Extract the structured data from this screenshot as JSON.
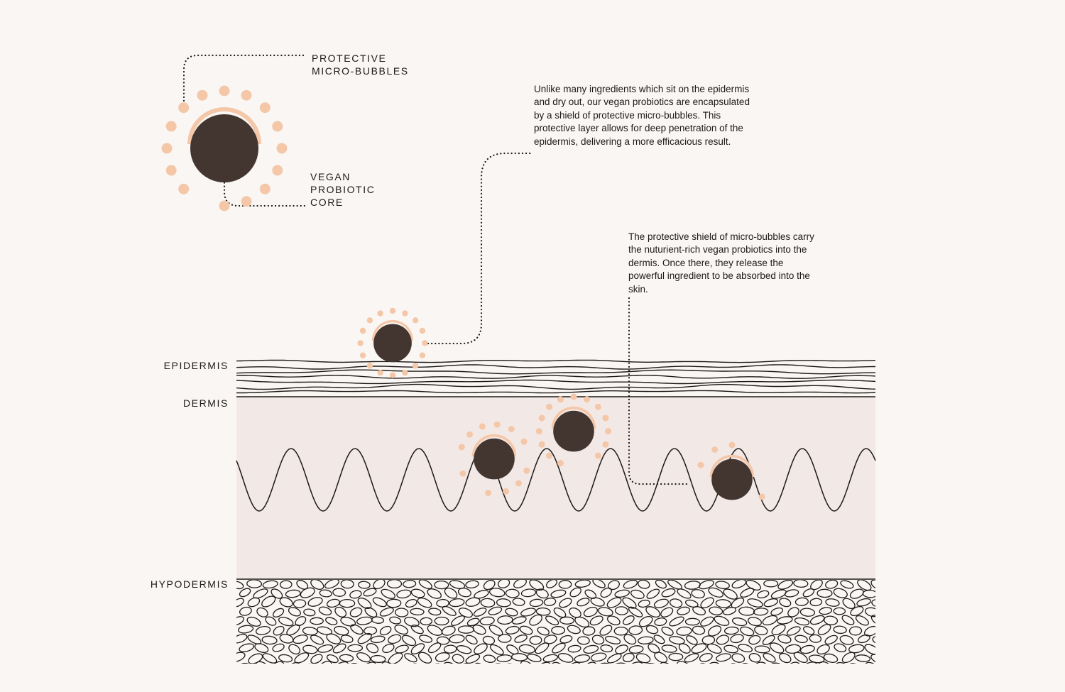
{
  "diagram": {
    "labels": {
      "protective": "PROTECTIVE\nMICRO-BUBBLES",
      "core": "VEGAN\nPROBIOTIC\nCORE"
    },
    "layers": {
      "epidermis": "EPIDERMIS",
      "dermis": "DERMIS",
      "hypodermis": "HYPODERMIS"
    },
    "callouts": {
      "penetration": "Unlike many ingredients which sit on the epidermis and dry out, our vegan probiotics are encapsulated by a shield of protective micro-bubbles. This protective layer allows for deep penetration of the epidermis, delivering a more efficacious result.",
      "release": "The protective shield of micro-bubbles carry the nuturient-rich vegan probiotics into the dermis. Once there, they release the powerful ingredient to be absorbed into the skin."
    },
    "colors": {
      "background": "#faf6f3",
      "core": "#433630",
      "bubble": "#f5c7a9",
      "dermis": "#f2e8e5",
      "line": "#1c1a19"
    }
  }
}
